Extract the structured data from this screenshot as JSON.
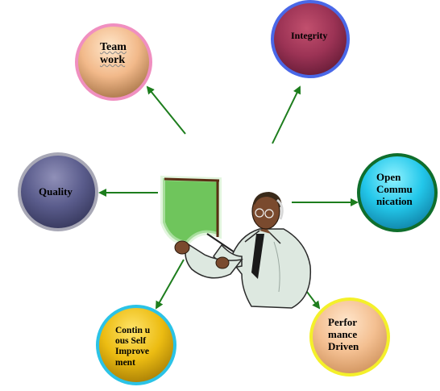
{
  "nodes": {
    "teamwork": "Team\nwork",
    "integrity": "Integrity",
    "quality": "Quality",
    "open_communication": "Open\nCommu\nnication",
    "continuous_improvement": "Contin u\nous Self\nImprove\nment",
    "performance_driven": "Perfor\nmance\nDriven"
  },
  "colors": {
    "arrow": "#1d7d1d",
    "board": "#5fbf4a",
    "suit": "#dde8e0"
  },
  "icons": {
    "center": "presenter-with-pointer-illustration"
  }
}
